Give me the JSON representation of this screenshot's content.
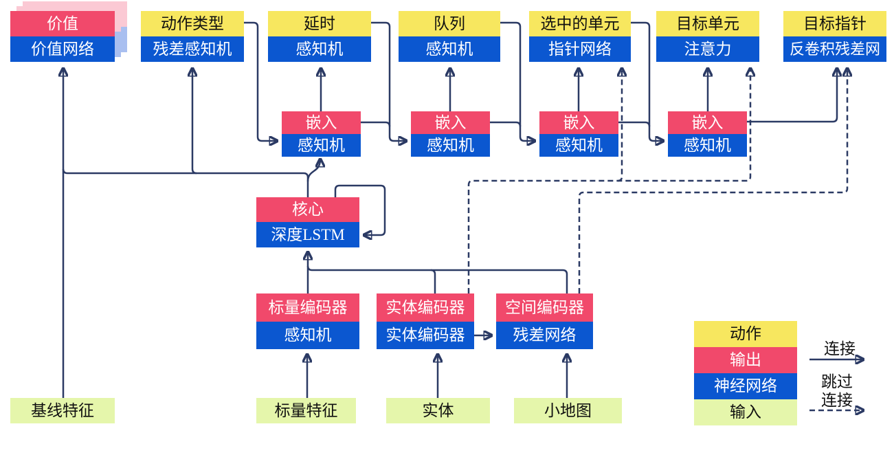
{
  "diagram_title": "AlphaStar-style agent architecture (Chinese)",
  "palette": {
    "action_yellow": "#F7E75F",
    "output_red": "#F1496B",
    "network_blue": "#0B57D0",
    "input_green": "#E5F6AB",
    "wire_navy": "#2B3A64",
    "stack_shadow_pink": "#FBC9D4",
    "stack_shadow_blue": "#A9BFF0"
  },
  "nodes": {
    "value": {
      "top": "价值",
      "bottom": "价值网络"
    },
    "action_type": {
      "top": "动作类型",
      "bottom": "残差感知机"
    },
    "delay": {
      "top": "延时",
      "bottom": "感知机"
    },
    "queue": {
      "top": "队列",
      "bottom": "感知机"
    },
    "selected_units": {
      "top": "选中的单元",
      "bottom": "指针网络"
    },
    "target_unit": {
      "top": "目标单元",
      "bottom": "注意力"
    },
    "target_point": {
      "top": "目标指针",
      "bottom": "反卷积残差网"
    },
    "embed1": {
      "top": "嵌入",
      "bottom": "感知机"
    },
    "embed2": {
      "top": "嵌入",
      "bottom": "感知机"
    },
    "embed3": {
      "top": "嵌入",
      "bottom": "感知机"
    },
    "embed4": {
      "top": "嵌入",
      "bottom": "感知机"
    },
    "core": {
      "top": "核心",
      "bottom": "深度LSTM"
    },
    "scalar_encoder": {
      "top": "标量编码器",
      "bottom": "感知机"
    },
    "entity_encoder": {
      "top": "实体编码器",
      "bottom": "实体编码器"
    },
    "spatial_encoder": {
      "top": "空间编码器",
      "bottom": "残差网络"
    },
    "baseline_features": {
      "label": "基线特征"
    },
    "scalar_features": {
      "label": "标量特征"
    },
    "entities": {
      "label": "实体"
    },
    "minimap": {
      "label": "小地图"
    }
  },
  "legend": {
    "action": "动作",
    "output": "输出",
    "network": "神经网络",
    "input": "输入",
    "solid_arrow": "连接",
    "skip_arrow_line1": "跳过",
    "skip_arrow_line2": "连接"
  }
}
